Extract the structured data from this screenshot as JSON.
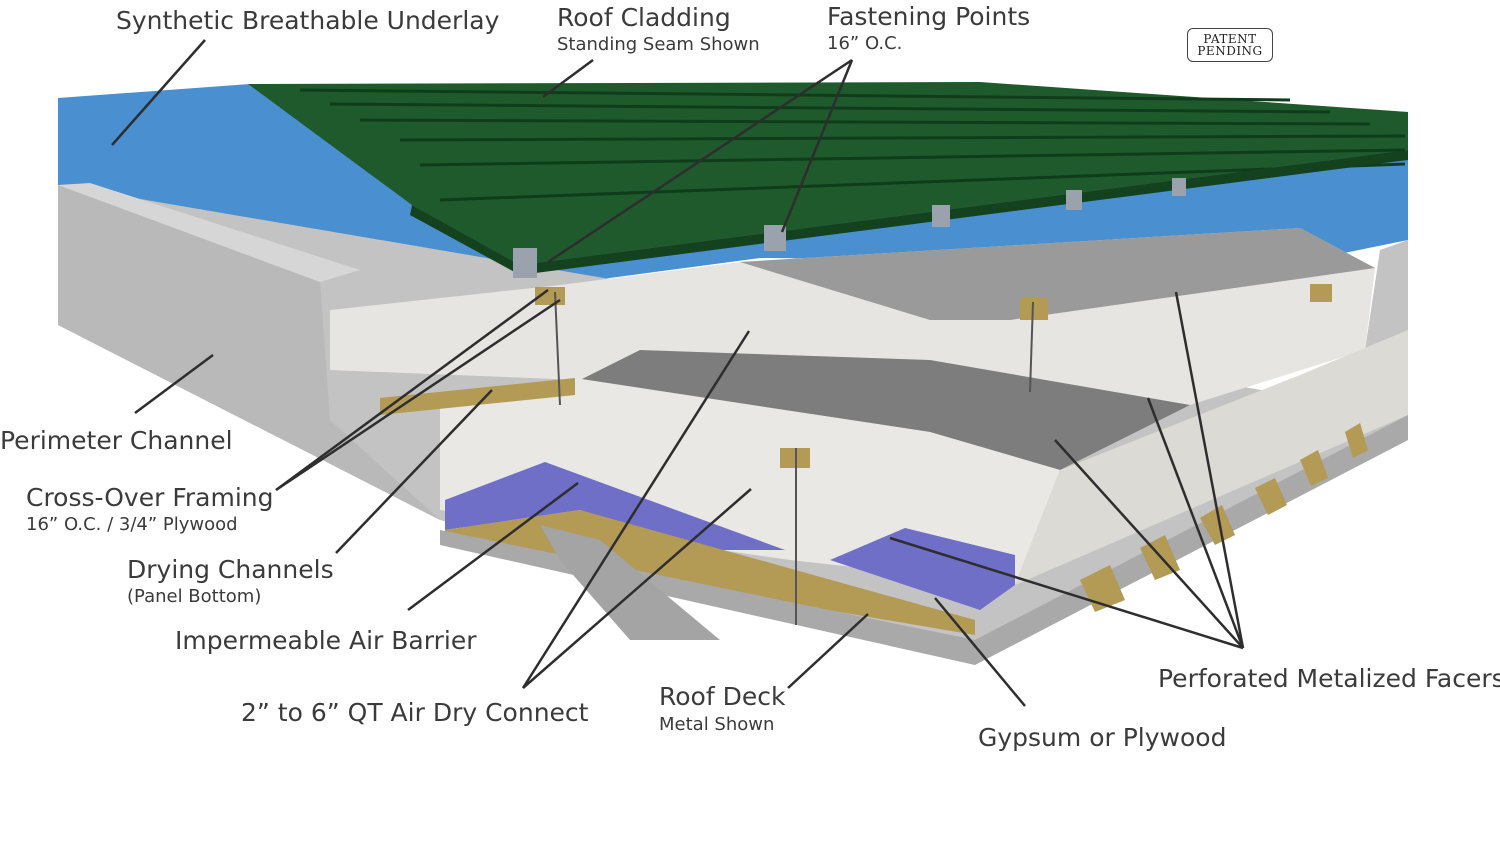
{
  "labels": {
    "underlay": "Synthetic Breathable Underlay",
    "cladding": "Roof Cladding",
    "cladding_sub": "Standing Seam Shown",
    "fastening": "Fastening Points",
    "fastening_sub": "16” O.C.",
    "perimeter": "Perimeter Channel",
    "crossover": "Cross-Over Framing",
    "crossover_sub": "16” O.C. / 3/4” Plywood",
    "drying": "Drying Channels",
    "drying_sub": "(Panel Bottom)",
    "air_barrier": "Impermeable Air Barrier",
    "qt_connect": "2” to 6” QT Air Dry Connect",
    "roof_deck": "Roof Deck",
    "roof_deck_sub": "Metal Shown",
    "gypsum": "Gypsum or Plywood",
    "facers": "Perforated Metalized Facers"
  },
  "badge": {
    "line1": "PATENT",
    "line2": "PENDING"
  },
  "colors": {
    "underlay_blue": "#4a8fd0",
    "cladding_green": "#1f5a2c",
    "foam_white": "#ecebe8",
    "concrete_gray": "#bdbdbd",
    "wood_tan": "#b39a55",
    "air_barrier_purple": "#6f6fc8",
    "facer_gray": "#8d8d8d",
    "leader_line": "#2e2e2e"
  }
}
